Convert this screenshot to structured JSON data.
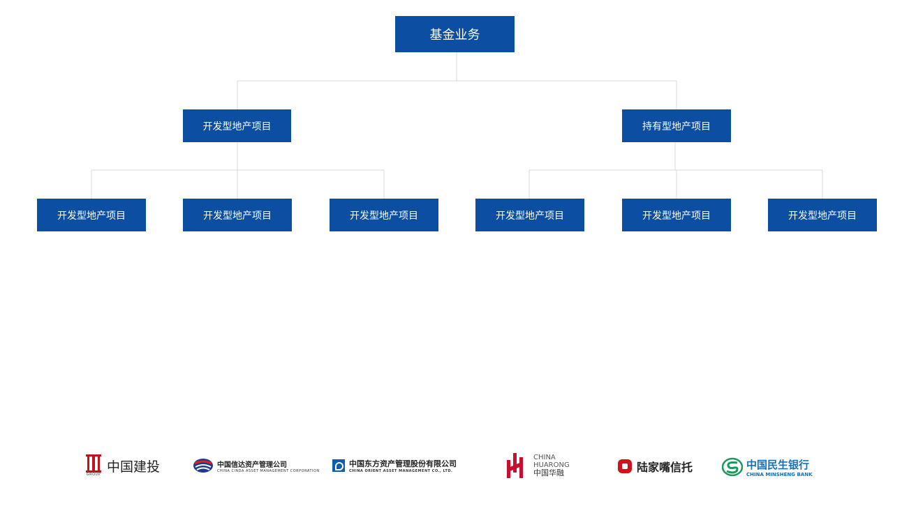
{
  "org_chart": {
    "root": "基金业务",
    "branches": [
      {
        "label": "开发型地产项目",
        "children": [
          "开发型地产项目",
          "开发型地产项目",
          "开发型地产项目"
        ]
      },
      {
        "label": "持有型地产项目",
        "children": [
          "开发型地产项目",
          "开发型地产项目",
          "开发型地产项目"
        ]
      }
    ],
    "line_color": "#d9d9d9",
    "node_color": "#0b4ea2"
  },
  "partners": [
    {
      "name": "中国建投",
      "sub": "GROUP"
    },
    {
      "name": "中国信达资产管理公司",
      "sub": "CHINA CINDA ASSET MANAGEMENT CORPORATION"
    },
    {
      "name": "中国东方资产管理股份有限公司",
      "sub": "CHINA ORIENT ASSET MANAGEMENT CO., LTD."
    },
    {
      "name": "CHINA HUARONG",
      "sub": "中国华融"
    },
    {
      "name": "陆家嘴信托",
      "sub": ""
    },
    {
      "name": "中国民生银行",
      "sub": "CHINA MINSHENG BANK"
    }
  ]
}
